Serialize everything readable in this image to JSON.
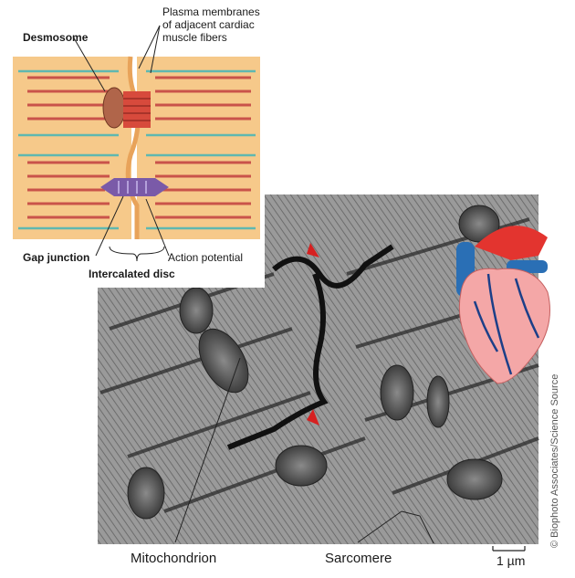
{
  "diagram": {
    "labels": {
      "plasma_membranes": [
        "Plasma membranes",
        "of adjacent cardiac",
        "muscle fibers"
      ],
      "desmosome": "Desmosome",
      "gap_junction": "Gap junction",
      "action_potential": "Action potential",
      "intercalated_disc": "Intercalated disc"
    }
  },
  "micrograph": {
    "labels": {
      "mitochondrion": "Mitochondrion",
      "sarcomere": "Sarcomere",
      "scale_bar": "1 µm",
      "credit": "© Biophoto Associates/Science Source"
    }
  },
  "colors": {
    "cell_fill": "#f6c98a",
    "membrane": "#e8a35a",
    "myofibril": "#c9534a",
    "filament_teal": "#5fb8b0",
    "gap_junction": "#7a5aa8",
    "heart_red": "#e3342f",
    "heart_pink": "#f4a7a7",
    "vessel_blue": "#2a6fb5"
  },
  "icons": [
    "heart-icon"
  ]
}
